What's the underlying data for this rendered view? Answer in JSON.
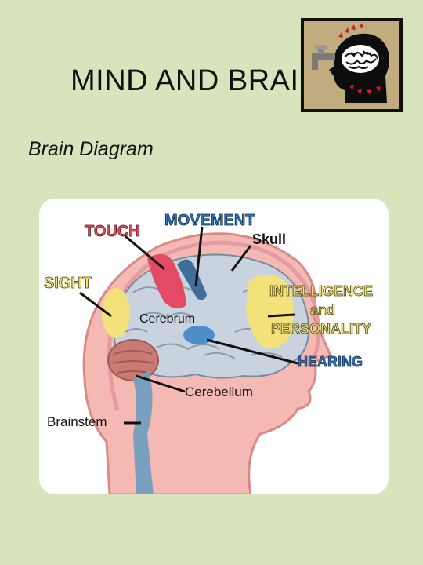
{
  "slide": {
    "title": "MIND AND BRAIN",
    "subtitle": "Brain Diagram"
  },
  "logo": {
    "icon": "head-brain-faucet-icon"
  },
  "diagram": {
    "labels": {
      "touch": "TOUCH",
      "movement": "MOVEMENT",
      "skull": "Skull",
      "sight": "SIGHT",
      "cerebrum": "Cerebrum",
      "intelligence": "INTELLIGENCE",
      "and": "and",
      "personality": "PERSONALITY",
      "hearing": "HEARING",
      "cerebellum": "Cerebellum",
      "brainstem": "Brainstem"
    },
    "colors": {
      "card": "#ffffff",
      "skin": "#f4b9b2",
      "brain": "#c9d3e0",
      "touch_region": "#e34a63",
      "movement_region": "#3f6e98",
      "sight_region": "#f3e27a",
      "hearing_region": "#4d8dc8",
      "cerebellum": "#c97a72",
      "brainstem": "#7aa0c0",
      "label_red": "#e24a5a",
      "label_blue": "#2f78c6"
    }
  }
}
